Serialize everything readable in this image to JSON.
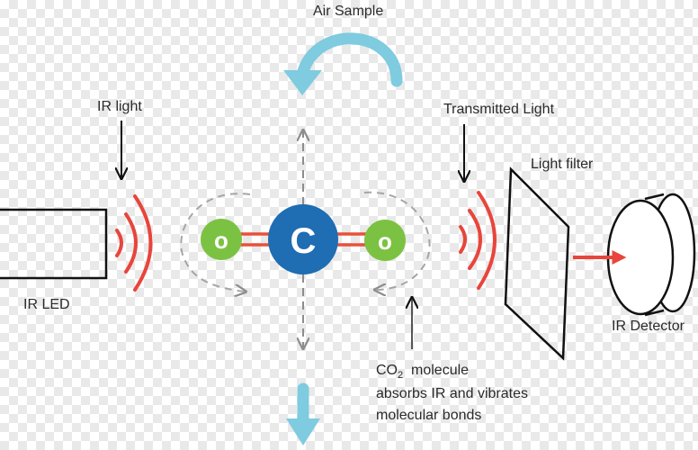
{
  "labels": {
    "air_sample": "Air Sample",
    "ir_light": "IR light",
    "transmitted_light": "Transmitted Light",
    "light_filter": "Light filter",
    "ir_led": "IR LED",
    "ir_detector": "IR Detector",
    "co2_prefix": "CO",
    "co2_subscript": "2",
    "co2_rest": "  molecule",
    "absorbs_line": "absorbs IR and vibrates",
    "bonds_line": "molecular bonds"
  },
  "atoms": {
    "carbon": "C",
    "oxygen_left": "o",
    "oxygen_right": "o"
  },
  "colors": {
    "carbon": "#1f6db3",
    "oxygen": "#7cc242",
    "bond": "#e8503a",
    "wave": "#e8453c",
    "blue_arrow": "#7fcbe0",
    "dashed": "#9a9a9a",
    "outline": "#111111"
  }
}
